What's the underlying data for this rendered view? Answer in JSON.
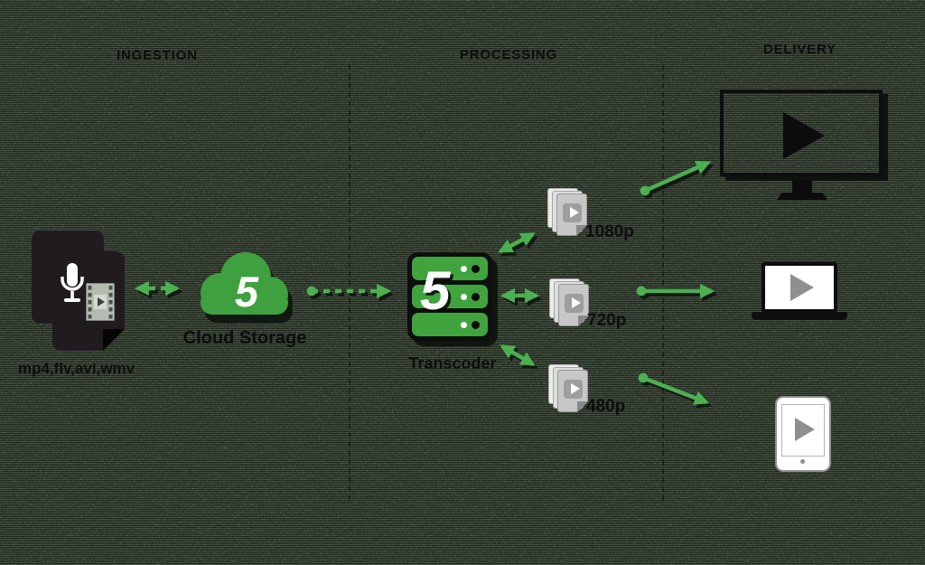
{
  "colors": {
    "accent_green": "#4CAF50",
    "cloud_green": "#3FA03F",
    "server_green": "#41A33E",
    "ink": "#0E0E0E",
    "device_gray": "#8F8F8F",
    "file_gray": "#C7C7C7"
  },
  "sections": [
    {
      "label": "INGESTION"
    },
    {
      "label": "PROCESSING"
    },
    {
      "label": "DELIVERY"
    }
  ],
  "ingestion": {
    "source": {
      "formats": "mp4,flv,avi,wmv"
    },
    "cloud": {
      "label": "Cloud Storage",
      "badge": "5"
    }
  },
  "processing": {
    "transcoder": {
      "label": "Transcoder",
      "badge": "5"
    },
    "outputs": [
      {
        "label": "1080p"
      },
      {
        "label": "720p"
      },
      {
        "label": "480p"
      }
    ]
  },
  "delivery": {
    "devices": [
      "desktop-monitor",
      "laptop",
      "tablet"
    ]
  },
  "edges": [
    {
      "from": "source-files",
      "to": "cloud-storage",
      "style": "dashed-double-arrow"
    },
    {
      "from": "cloud-storage",
      "to": "transcoder",
      "style": "dashed-dot-to-arrow"
    },
    {
      "from": "transcoder",
      "to": "output-1080p",
      "style": "solid-double-arrow"
    },
    {
      "from": "transcoder",
      "to": "output-720p",
      "style": "solid-double-arrow"
    },
    {
      "from": "transcoder",
      "to": "output-480p",
      "style": "solid-double-arrow"
    },
    {
      "from": "output-1080p",
      "to": "desktop-monitor",
      "style": "solid-dot-to-arrow"
    },
    {
      "from": "output-720p",
      "to": "laptop",
      "style": "solid-dot-to-arrow"
    },
    {
      "from": "output-480p",
      "to": "tablet",
      "style": "solid-dot-to-arrow"
    }
  ]
}
